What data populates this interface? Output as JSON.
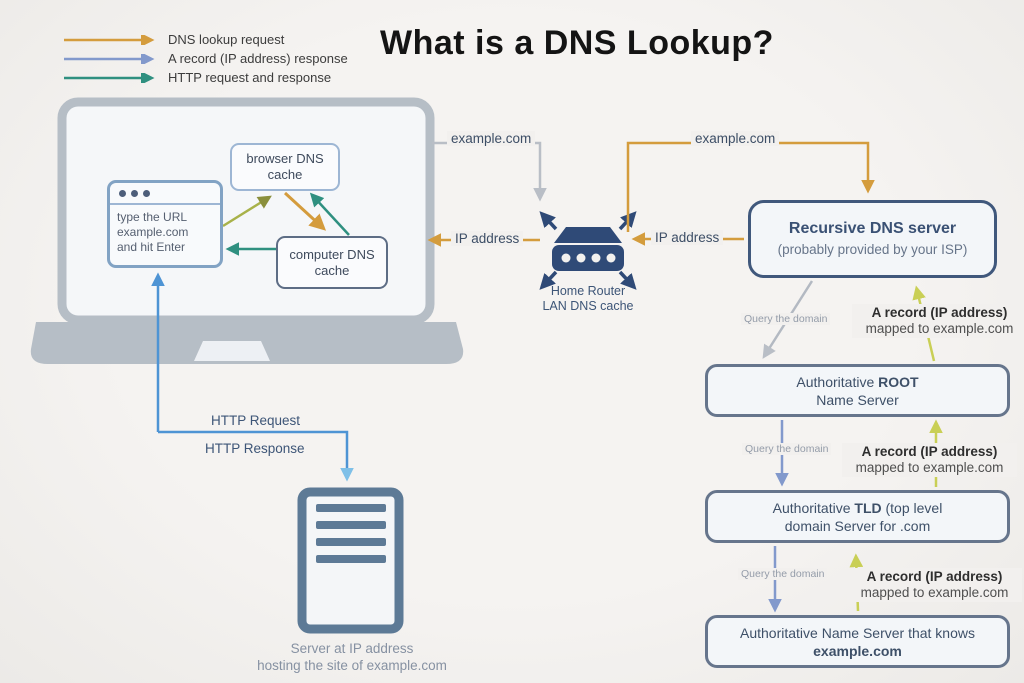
{
  "title": "What is a DNS Lookup?",
  "colors": {
    "bg": "#f2f0ee",
    "gold": "#d49c3d",
    "steel": "#8299cc",
    "teal": "#2f9080",
    "olive": "#a8b24a",
    "yellow": "#c9cf55",
    "gray": "#b9bec6",
    "blue": "#4e94d4",
    "lightblue": "#7fc0e8",
    "navy": "#2f4a77"
  },
  "legend": {
    "items": [
      {
        "label": "DNS lookup request"
      },
      {
        "label": "A record (IP address) response"
      },
      {
        "label": "HTTP request and response"
      }
    ]
  },
  "laptop": {
    "browser_window": {
      "line1": "type the URL",
      "line2": "example.com",
      "line3": "and hit Enter"
    },
    "browser_cache": {
      "line1": "browser DNS",
      "line2": "cache"
    },
    "computer_cache": {
      "line1": "computer DNS",
      "line2": "cache"
    }
  },
  "router": {
    "caption_line1": "Home Router",
    "caption_line2": "LAN DNS cache"
  },
  "connections": {
    "example_left": "example.com",
    "ip_left": "IP address",
    "example_right": "example.com",
    "ip_right": "IP address"
  },
  "http": {
    "request": "HTTP Request",
    "response": "HTTP Response"
  },
  "server": {
    "caption_line1": "Server at IP address",
    "caption_line2": "hosting the site of example.com"
  },
  "chain": {
    "recursive": {
      "title": "Recursive DNS server",
      "subtitle": "(probably provided by your ISP)"
    },
    "root": {
      "pre": "Authoritative ",
      "bold": "ROOT",
      "line2": "Name Server"
    },
    "tld": {
      "pre": "Authoritative ",
      "bold": "TLD",
      "post": " (top level",
      "line2": "domain Server for .com"
    },
    "auth": {
      "line1": "Authoritative Name Server that knows",
      "bold": "example.com"
    },
    "query_label": "Query the domain",
    "a_record": {
      "bold": "A record (IP address)",
      "sub": "mapped to example.com"
    }
  }
}
